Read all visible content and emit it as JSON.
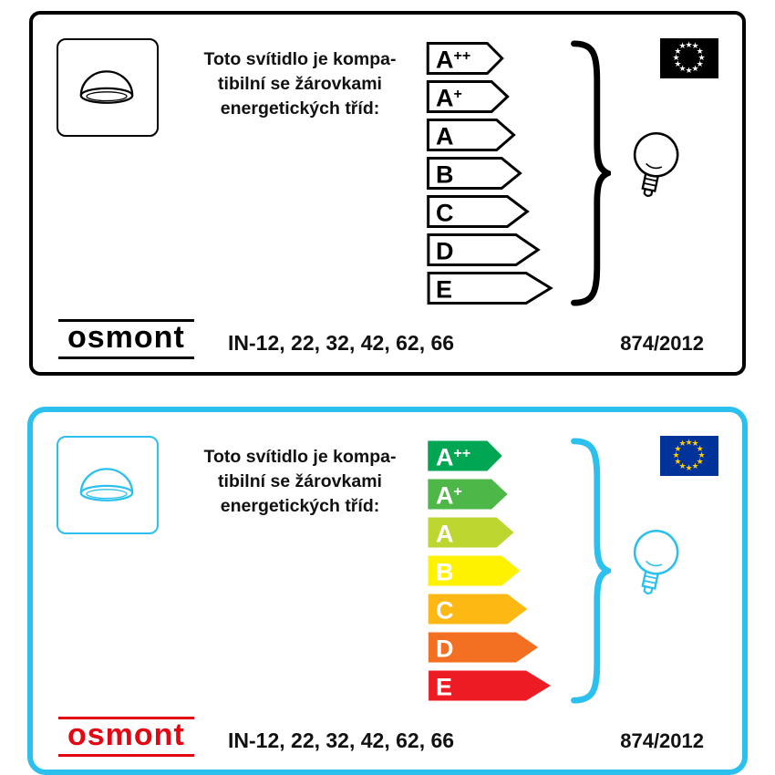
{
  "page": {
    "background": "#ffffff"
  },
  "cards": [
    {
      "name": "monochrome-energy-label",
      "accent": "#000000",
      "arrow_outline": "#000000",
      "text_lines": [
        "Toto svítidlo je kompa-",
        "tibilní se žárovkami",
        "energetických tříd:"
      ],
      "classes": [
        {
          "base": "A",
          "sup": "++",
          "color": "#ffffff",
          "text_color": "#000000"
        },
        {
          "base": "A",
          "sup": "+",
          "color": "#ffffff",
          "text_color": "#000000"
        },
        {
          "base": "A",
          "sup": "",
          "color": "#ffffff",
          "text_color": "#000000"
        },
        {
          "base": "B",
          "sup": "",
          "color": "#ffffff",
          "text_color": "#000000"
        },
        {
          "base": "C",
          "sup": "",
          "color": "#ffffff",
          "text_color": "#000000"
        },
        {
          "base": "D",
          "sup": "",
          "color": "#ffffff",
          "text_color": "#000000"
        },
        {
          "base": "E",
          "sup": "",
          "color": "#ffffff",
          "text_color": "#000000"
        }
      ],
      "flag": {
        "background": "#000000",
        "stars": "#ffffff"
      },
      "brand": "osmont",
      "brand_color": "#000000",
      "models": "IN-12, 22, 32, 42, 62, 66",
      "regulation": "874/2012"
    },
    {
      "name": "color-energy-label",
      "accent": "#2bc0ee",
      "arrow_outline": "none",
      "text_lines": [
        "Toto svítidlo je kompa-",
        "tibilní se žárovkami",
        "energetických tříd:"
      ],
      "classes": [
        {
          "base": "A",
          "sup": "++",
          "color": "#00a651",
          "text_color": "#ffffff"
        },
        {
          "base": "A",
          "sup": "+",
          "color": "#4db848",
          "text_color": "#ffffff"
        },
        {
          "base": "A",
          "sup": "",
          "color": "#bed630",
          "text_color": "#ffffff"
        },
        {
          "base": "B",
          "sup": "",
          "color": "#fff200",
          "text_color": "#ffffff"
        },
        {
          "base": "C",
          "sup": "",
          "color": "#fdb813",
          "text_color": "#ffffff"
        },
        {
          "base": "D",
          "sup": "",
          "color": "#f36f21",
          "text_color": "#ffffff"
        },
        {
          "base": "E",
          "sup": "",
          "color": "#ed1c24",
          "text_color": "#ffffff"
        }
      ],
      "flag": {
        "background": "#003399",
        "stars": "#ffcc00"
      },
      "brand": "osmont",
      "brand_color": "#e30613",
      "models": "IN-12, 22, 32, 42, 62, 66",
      "regulation": "874/2012"
    }
  ]
}
